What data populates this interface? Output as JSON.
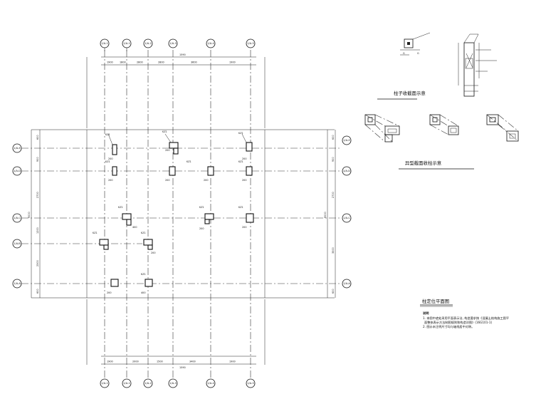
{
  "drawing": {
    "plan_title": "柱定位平面图",
    "detail_title_1": "柱子收截面示意",
    "detail_title_2": "异型截面收柱示意",
    "notes_heading": "说明",
    "notes": [
      "1. 本图中遮处采用平面表示法, 构造要求按《混凝土结构施工图平",
      "面整体表示方法制图规则和构造详图》(16G101-1)",
      "2. 图示未注明尺寸均与轴线居中对称。"
    ],
    "top_axes": [
      "1/A-1",
      "1/A-1",
      "1/A-2",
      "1/A-3",
      "1/A-4",
      "1/A-5"
    ],
    "bottom_axes": [
      "1/A-1",
      "1/A-1",
      "1/A-2",
      "1/A-3",
      "1/A-4",
      "1/A-5"
    ],
    "left_axes": [
      "1/A-E",
      "1/A-D",
      "1/A-C",
      "1/A-B",
      "1/A-A"
    ],
    "right_axes": [
      "1/A-E",
      "1/A-D",
      "1/A-C",
      "1/A-A"
    ],
    "top_dims": [
      "1900",
      "1800",
      "2800",
      "2800",
      "3600",
      "1900"
    ],
    "top_total": "1590",
    "bottom_dims": [
      "1900",
      "2000",
      "1500",
      "3400",
      "1900"
    ],
    "bottom_total": "1590",
    "left_dims": [
      "600",
      "900",
      "2700",
      "1200",
      "2300",
      "600"
    ],
    "left_total": "9000",
    "right_dims": [
      "600",
      "900",
      "2700",
      "3500",
      "600"
    ],
    "right_total": "9000",
    "column_labels": [
      "KZ1",
      "KZ1",
      "KZ1",
      "KZ1",
      "KZ1",
      "KZ1",
      "KZ1",
      "KZ1",
      "KZ1",
      "KZ1",
      "KZ1",
      "KZ1"
    ],
    "col_dim": "200",
    "col_dim_2": "400",
    "section_labels": [
      "G",
      "G"
    ]
  }
}
